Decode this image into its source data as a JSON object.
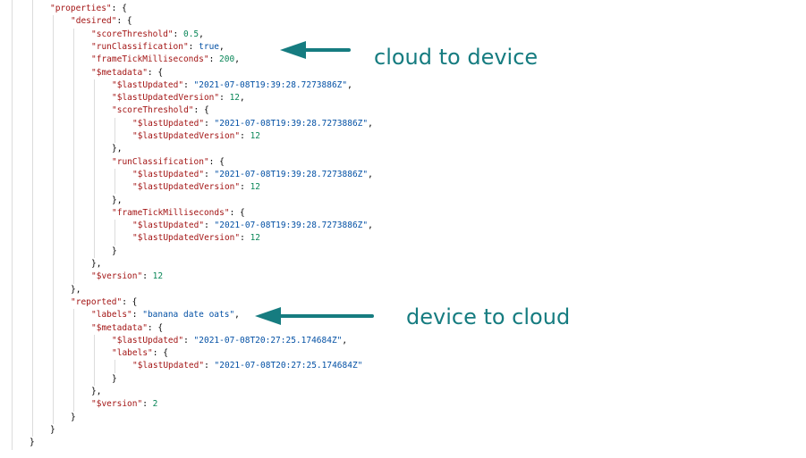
{
  "colors": {
    "key": "#a31515",
    "string": "#0451a5",
    "number": "#098658",
    "keyword": "#0451a5",
    "punctuation": "#000000",
    "guide": "#dcdcdc",
    "annotation": "#167c80"
  },
  "code_lines": [
    {
      "indent": 2,
      "tokens": [
        {
          "t": "key",
          "v": "\"properties\""
        },
        {
          "t": "punc",
          "v": ": {"
        }
      ]
    },
    {
      "indent": 3,
      "tokens": [
        {
          "t": "key",
          "v": "\"desired\""
        },
        {
          "t": "punc",
          "v": ": {"
        }
      ]
    },
    {
      "indent": 4,
      "tokens": [
        {
          "t": "key",
          "v": "\"scoreThreshold\""
        },
        {
          "t": "punc",
          "v": ": "
        },
        {
          "t": "num",
          "v": "0.5"
        },
        {
          "t": "punc",
          "v": ","
        }
      ]
    },
    {
      "indent": 4,
      "tokens": [
        {
          "t": "key",
          "v": "\"runClassification\""
        },
        {
          "t": "punc",
          "v": ": "
        },
        {
          "t": "kw",
          "v": "true"
        },
        {
          "t": "punc",
          "v": ","
        }
      ]
    },
    {
      "indent": 4,
      "tokens": [
        {
          "t": "key",
          "v": "\"frameTickMilliseconds\""
        },
        {
          "t": "punc",
          "v": ": "
        },
        {
          "t": "num",
          "v": "200"
        },
        {
          "t": "punc",
          "v": ","
        }
      ]
    },
    {
      "indent": 4,
      "tokens": [
        {
          "t": "key",
          "v": "\"$metadata\""
        },
        {
          "t": "punc",
          "v": ": {"
        }
      ]
    },
    {
      "indent": 5,
      "tokens": [
        {
          "t": "key",
          "v": "\"$lastUpdated\""
        },
        {
          "t": "punc",
          "v": ": "
        },
        {
          "t": "str",
          "v": "\"2021-07-08T19:39:28.7273886Z\""
        },
        {
          "t": "punc",
          "v": ","
        }
      ]
    },
    {
      "indent": 5,
      "tokens": [
        {
          "t": "key",
          "v": "\"$lastUpdatedVersion\""
        },
        {
          "t": "punc",
          "v": ": "
        },
        {
          "t": "num",
          "v": "12"
        },
        {
          "t": "punc",
          "v": ","
        }
      ]
    },
    {
      "indent": 5,
      "tokens": [
        {
          "t": "key",
          "v": "\"scoreThreshold\""
        },
        {
          "t": "punc",
          "v": ": {"
        }
      ]
    },
    {
      "indent": 6,
      "tokens": [
        {
          "t": "key",
          "v": "\"$lastUpdated\""
        },
        {
          "t": "punc",
          "v": ": "
        },
        {
          "t": "str",
          "v": "\"2021-07-08T19:39:28.7273886Z\""
        },
        {
          "t": "punc",
          "v": ","
        }
      ]
    },
    {
      "indent": 6,
      "tokens": [
        {
          "t": "key",
          "v": "\"$lastUpdatedVersion\""
        },
        {
          "t": "punc",
          "v": ": "
        },
        {
          "t": "num",
          "v": "12"
        }
      ]
    },
    {
      "indent": 5,
      "tokens": [
        {
          "t": "punc",
          "v": "},"
        }
      ]
    },
    {
      "indent": 5,
      "tokens": [
        {
          "t": "key",
          "v": "\"runClassification\""
        },
        {
          "t": "punc",
          "v": ": {"
        }
      ]
    },
    {
      "indent": 6,
      "tokens": [
        {
          "t": "key",
          "v": "\"$lastUpdated\""
        },
        {
          "t": "punc",
          "v": ": "
        },
        {
          "t": "str",
          "v": "\"2021-07-08T19:39:28.7273886Z\""
        },
        {
          "t": "punc",
          "v": ","
        }
      ]
    },
    {
      "indent": 6,
      "tokens": [
        {
          "t": "key",
          "v": "\"$lastUpdatedVersion\""
        },
        {
          "t": "punc",
          "v": ": "
        },
        {
          "t": "num",
          "v": "12"
        }
      ]
    },
    {
      "indent": 5,
      "tokens": [
        {
          "t": "punc",
          "v": "},"
        }
      ]
    },
    {
      "indent": 5,
      "tokens": [
        {
          "t": "key",
          "v": "\"frameTickMilliseconds\""
        },
        {
          "t": "punc",
          "v": ": {"
        }
      ]
    },
    {
      "indent": 6,
      "tokens": [
        {
          "t": "key",
          "v": "\"$lastUpdated\""
        },
        {
          "t": "punc",
          "v": ": "
        },
        {
          "t": "str",
          "v": "\"2021-07-08T19:39:28.7273886Z\""
        },
        {
          "t": "punc",
          "v": ","
        }
      ]
    },
    {
      "indent": 6,
      "tokens": [
        {
          "t": "key",
          "v": "\"$lastUpdatedVersion\""
        },
        {
          "t": "punc",
          "v": ": "
        },
        {
          "t": "num",
          "v": "12"
        }
      ]
    },
    {
      "indent": 5,
      "tokens": [
        {
          "t": "punc",
          "v": "}"
        }
      ]
    },
    {
      "indent": 4,
      "tokens": [
        {
          "t": "punc",
          "v": "},"
        }
      ]
    },
    {
      "indent": 4,
      "tokens": [
        {
          "t": "key",
          "v": "\"$version\""
        },
        {
          "t": "punc",
          "v": ": "
        },
        {
          "t": "num",
          "v": "12"
        }
      ]
    },
    {
      "indent": 3,
      "tokens": [
        {
          "t": "punc",
          "v": "},"
        }
      ]
    },
    {
      "indent": 3,
      "tokens": [
        {
          "t": "key",
          "v": "\"reported\""
        },
        {
          "t": "punc",
          "v": ": {"
        }
      ]
    },
    {
      "indent": 4,
      "tokens": [
        {
          "t": "key",
          "v": "\"labels\""
        },
        {
          "t": "punc",
          "v": ": "
        },
        {
          "t": "str",
          "v": "\"banana date oats\""
        },
        {
          "t": "punc",
          "v": ","
        }
      ]
    },
    {
      "indent": 4,
      "tokens": [
        {
          "t": "key",
          "v": "\"$metadata\""
        },
        {
          "t": "punc",
          "v": ": {"
        }
      ]
    },
    {
      "indent": 5,
      "tokens": [
        {
          "t": "key",
          "v": "\"$lastUpdated\""
        },
        {
          "t": "punc",
          "v": ": "
        },
        {
          "t": "str",
          "v": "\"2021-07-08T20:27:25.174684Z\""
        },
        {
          "t": "punc",
          "v": ","
        }
      ]
    },
    {
      "indent": 5,
      "tokens": [
        {
          "t": "key",
          "v": "\"labels\""
        },
        {
          "t": "punc",
          "v": ": {"
        }
      ]
    },
    {
      "indent": 6,
      "tokens": [
        {
          "t": "key",
          "v": "\"$lastUpdated\""
        },
        {
          "t": "punc",
          "v": ": "
        },
        {
          "t": "str",
          "v": "\"2021-07-08T20:27:25.174684Z\""
        }
      ]
    },
    {
      "indent": 5,
      "tokens": [
        {
          "t": "punc",
          "v": "}"
        }
      ]
    },
    {
      "indent": 4,
      "tokens": [
        {
          "t": "punc",
          "v": "},"
        }
      ]
    },
    {
      "indent": 4,
      "tokens": [
        {
          "t": "key",
          "v": "\"$version\""
        },
        {
          "t": "punc",
          "v": ": "
        },
        {
          "t": "num",
          "v": "2"
        }
      ]
    },
    {
      "indent": 3,
      "tokens": [
        {
          "t": "punc",
          "v": "}"
        }
      ]
    },
    {
      "indent": 2,
      "tokens": [
        {
          "t": "punc",
          "v": "}"
        }
      ]
    },
    {
      "indent": 1,
      "tokens": [
        {
          "t": "punc",
          "v": "}"
        }
      ]
    }
  ],
  "annotations": {
    "cloud_to_device": "cloud to device",
    "device_to_cloud": "device to cloud"
  },
  "icons": [
    "arrow-left-icon",
    "arrow-left-icon"
  ]
}
